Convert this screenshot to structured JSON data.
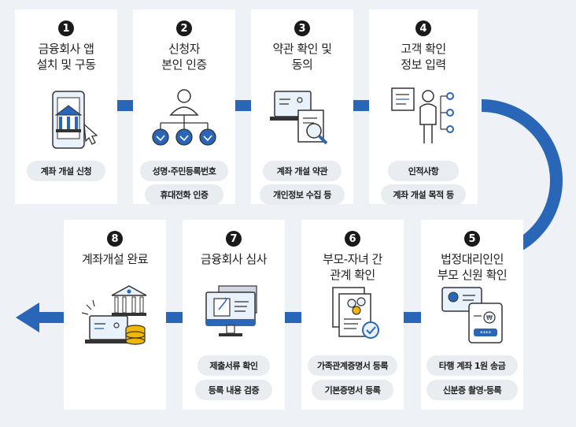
{
  "steps": [
    {
      "num": "1",
      "title": "금융회사 앱\n설치 및 구동",
      "tags": [
        "계좌 개설 신청"
      ]
    },
    {
      "num": "2",
      "title": "신청자\n본인 인증",
      "tags": [
        "성명·주민등록번호",
        "휴대전화 인증"
      ]
    },
    {
      "num": "3",
      "title": "약관 확인 및\n동의",
      "tags": [
        "계좌 개설 약관",
        "개인정보 수집 등"
      ]
    },
    {
      "num": "4",
      "title": "고객 확인\n정보 입력",
      "tags": [
        "인적사항",
        "계좌 개설 목적 등"
      ]
    },
    {
      "num": "5",
      "title": "법정대리인인\n부모 신원 확인",
      "tags": [
        "타행 계좌 1원 송금",
        "신분증 촬영·등록"
      ]
    },
    {
      "num": "6",
      "title": "부모-자녀 간\n관계 확인",
      "tags": [
        "가족관계증명서 등록",
        "기본증명서 등록"
      ]
    },
    {
      "num": "7",
      "title": "금융회사 심사",
      "tags": [
        "제출서류 확인",
        "등록 내용 검증"
      ]
    },
    {
      "num": "8",
      "title": "계좌개설 완료",
      "tags": []
    }
  ],
  "colors": {
    "accent": "#2a66b8",
    "card": "#ffffff",
    "background": "#eef1f5",
    "pill": "#e9ecf0"
  }
}
